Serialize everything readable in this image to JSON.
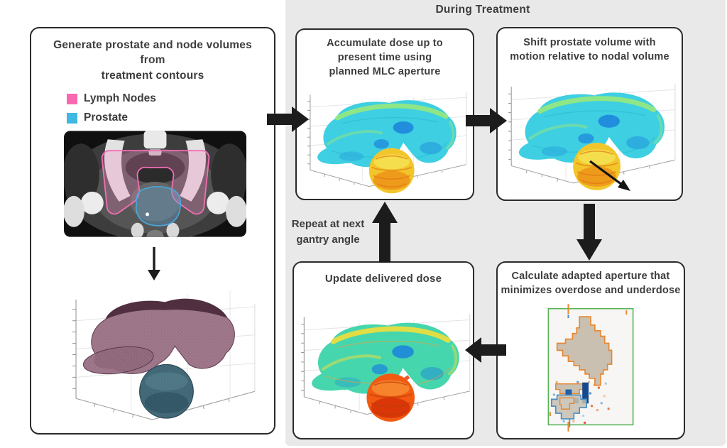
{
  "figure": {
    "during_treatment_label": "During Treatment",
    "repeat_label_lines": [
      "Repeat at next",
      "gantry angle"
    ]
  },
  "pre_treatment": {
    "title_lines": [
      "Generate prostate and node volumes from",
      "treatment contours"
    ],
    "legend": [
      {
        "label": "Lymph Nodes",
        "color": "#f768b0"
      },
      {
        "label": "Prostate",
        "color": "#3fb8e4"
      }
    ]
  },
  "steps": {
    "accumulate": {
      "title_lines": [
        "Accumulate dose up to",
        "present time using",
        "planned MLC aperture"
      ]
    },
    "shift": {
      "title_lines": [
        "Shift prostate volume with",
        "motion relative to nodal volume"
      ]
    },
    "calculate": {
      "title_lines": [
        "Calculate adapted aperture that",
        "minimizes overdose and underdose"
      ]
    },
    "update": {
      "title_lines": [
        "Update delivered dose"
      ]
    }
  },
  "colors": {
    "panel_bg": "#e9e9e9",
    "box_border": "#2b2b2b",
    "arrow_black": "#1c1c1c",
    "lymph_pink": "#f768b0",
    "prostate_blue": "#3fb8e4",
    "dose_cool_cyan": "#3ecfe2",
    "dose_hot_orange": "#f25a12",
    "aperture_frame_green": "#57b357",
    "aperture_outline_orange": "#e8872e",
    "aperture_outline_blue": "#4a8fc0"
  }
}
